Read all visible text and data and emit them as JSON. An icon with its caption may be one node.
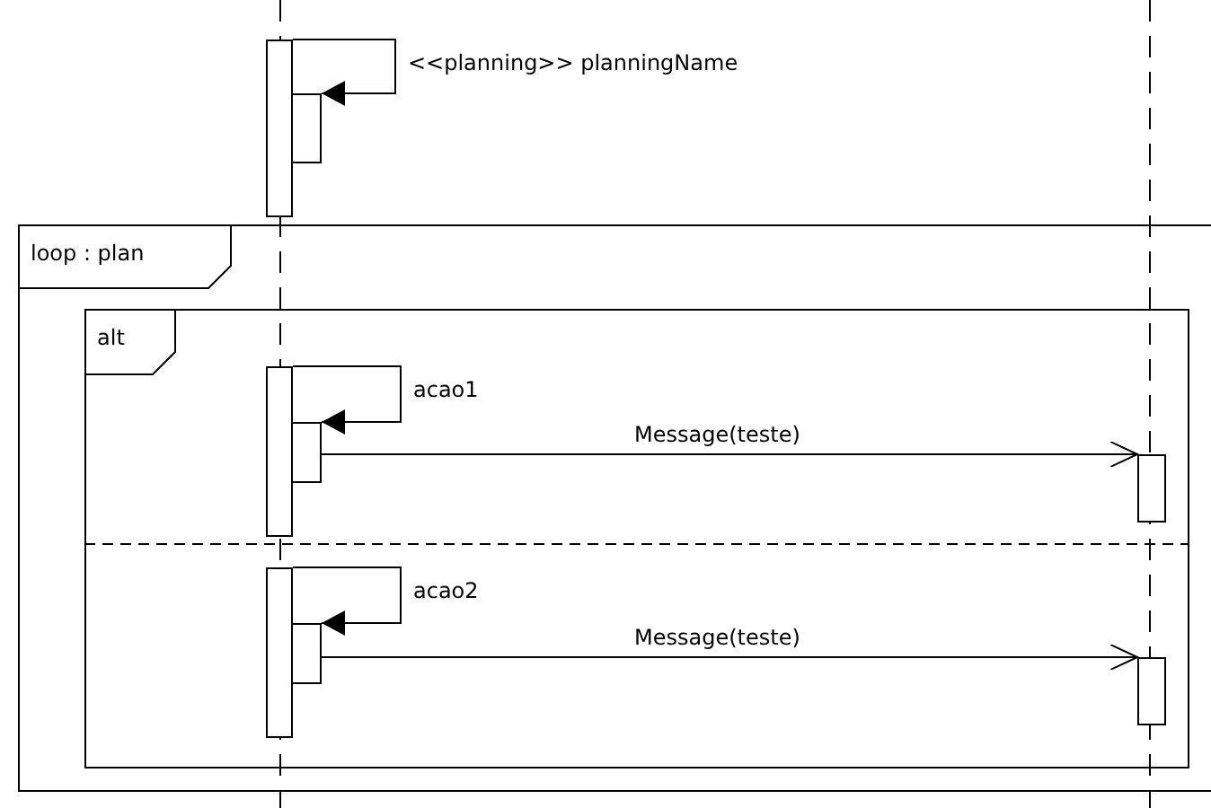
{
  "diagram": {
    "nodes": [
      {
        "text": [
          "loop : plan"
        ]
      },
      {
        "text": [
          "alt"
        ],
        "in": 0
      },
      {
        "text": [],
        "shape": "bar"
      },
      {
        "text": [],
        "shape": "bar"
      },
      {
        "text": [],
        "shape": "bar",
        "in": 1
      },
      {
        "text": [],
        "shape": "bar",
        "in": 1
      },
      {
        "text": [],
        "shape": "bar",
        "in": 1
      },
      {
        "text": [],
        "shape": "bar",
        "in": 1
      },
      {
        "text": [],
        "shape": "bar",
        "in": 1
      },
      {
        "text": [],
        "shape": "bar",
        "in": 1
      }
    ],
    "edges": [
      {
        "from": 2,
        "to": 3,
        "arrow": "to",
        "label": "<<planning>> planningName"
      },
      {
        "from": 4,
        "to": 5,
        "arrow": "to",
        "label": "acao1"
      },
      {
        "from": 5,
        "to": 6,
        "arrow": "to",
        "label": "Message(teste)"
      },
      {
        "from": 7,
        "to": 8,
        "arrow": "to",
        "label": "acao2"
      },
      {
        "from": 8,
        "to": 9,
        "arrow": "to",
        "label": "Message(teste)"
      }
    ]
  }
}
